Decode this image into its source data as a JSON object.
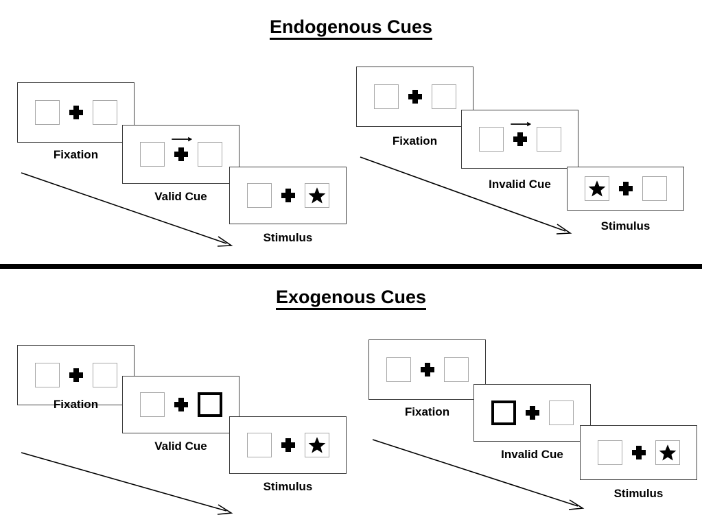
{
  "sections": [
    {
      "id": "endogenous",
      "title": "Endogenous Cues",
      "columns": [
        {
          "id": "endogenous-valid",
          "frames": [
            {
              "id": "fixation",
              "caption": "Fixation",
              "left_content": "empty",
              "right_content": "empty",
              "cue": "none",
              "cued_side": "none"
            },
            {
              "id": "cue",
              "caption": "Valid Cue",
              "left_content": "empty",
              "right_content": "empty",
              "cue": "arrow-right",
              "cued_side": "right"
            },
            {
              "id": "stimulus",
              "caption": "Stimulus",
              "left_content": "empty",
              "right_content": "star",
              "cue": "none",
              "cued_side": "none"
            }
          ]
        },
        {
          "id": "endogenous-invalid",
          "frames": [
            {
              "id": "fixation",
              "caption": "Fixation",
              "left_content": "empty",
              "right_content": "empty",
              "cue": "none",
              "cued_side": "none"
            },
            {
              "id": "cue",
              "caption": "Invalid Cue",
              "left_content": "empty",
              "right_content": "empty",
              "cue": "arrow-right",
              "cued_side": "right"
            },
            {
              "id": "stimulus",
              "caption": "Stimulus",
              "left_content": "star",
              "right_content": "empty",
              "cue": "none",
              "cued_side": "none"
            }
          ]
        }
      ]
    },
    {
      "id": "exogenous",
      "title": "Exogenous Cues",
      "columns": [
        {
          "id": "exogenous-valid",
          "frames": [
            {
              "id": "fixation",
              "caption": "Fixation",
              "left_content": "empty",
              "right_content": "empty",
              "cue": "none",
              "cued_side": "none"
            },
            {
              "id": "cue",
              "caption": "Valid Cue",
              "left_content": "empty",
              "right_content": "empty",
              "cue": "box-flash",
              "cued_side": "right"
            },
            {
              "id": "stimulus",
              "caption": "Stimulus",
              "left_content": "empty",
              "right_content": "star",
              "cue": "none",
              "cued_side": "none"
            }
          ]
        },
        {
          "id": "exogenous-invalid",
          "frames": [
            {
              "id": "fixation",
              "caption": "Fixation",
              "left_content": "empty",
              "right_content": "empty",
              "cue": "none",
              "cued_side": "none"
            },
            {
              "id": "cue",
              "caption": "Invalid Cue",
              "left_content": "empty",
              "right_content": "empty",
              "cue": "box-flash",
              "cued_side": "left"
            },
            {
              "id": "stimulus",
              "caption": "Stimulus",
              "left_content": "empty",
              "right_content": "star",
              "cue": "none",
              "cued_side": "none"
            }
          ]
        }
      ]
    }
  ],
  "icons": {
    "fixation_cross": "plus-cross-icon",
    "arrow_cue": "arrow-right-icon",
    "target": "star-icon",
    "sequence_arrow": "time-flow-arrow-icon"
  },
  "colors": {
    "ink": "#000000",
    "panel_border": "#3d3d3d",
    "placeholder_border": "#a6a6a6",
    "cued_border": "#000000",
    "background": "#ffffff"
  },
  "captions": {
    "fixation": "Fixation",
    "valid_cue": "Valid Cue",
    "invalid_cue": "Invalid Cue",
    "stimulus": "Stimulus"
  }
}
